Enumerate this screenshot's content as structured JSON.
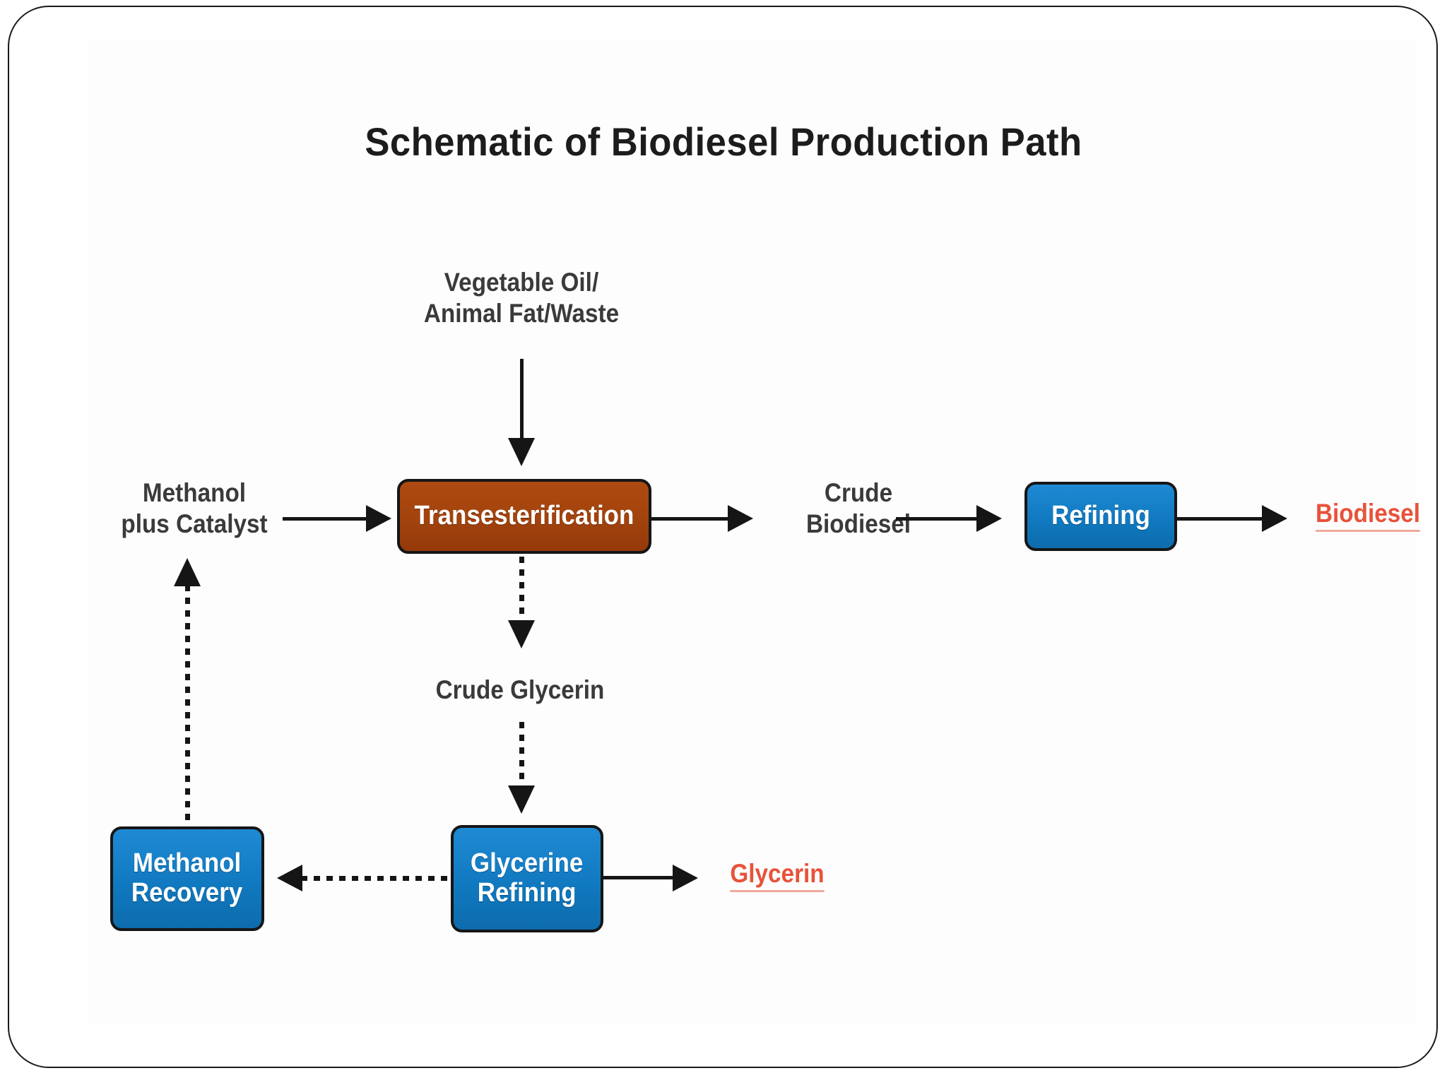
{
  "slide": {
    "title": "Schematic of Biodiesel Production Path",
    "background_color": "#ffffff",
    "frame_color": "#1a1a1a"
  },
  "palette": {
    "process_blue": "#1079c0",
    "process_brown": "#a2430d",
    "output_red": "#e8523a",
    "label_gray": "#3a3a3a",
    "connector_black": "#151515"
  },
  "chart_data": {
    "type": "diagram",
    "title": "Schematic of Biodiesel Production Path",
    "nodes": [
      {
        "id": "feedstock",
        "kind": "input-label",
        "label_lines": [
          "Vegetable Oil/",
          "Animal Fat/Waste"
        ],
        "color": "#3a3a3a"
      },
      {
        "id": "methanol_catalyst",
        "kind": "input-label",
        "label_lines": [
          "Methanol",
          "plus Catalyst"
        ],
        "color": "#3a3a3a"
      },
      {
        "id": "transesterification",
        "kind": "process-box",
        "label_lines": [
          "Transesterification"
        ],
        "color": "#a2430d"
      },
      {
        "id": "crude_biodiesel",
        "kind": "stream-label",
        "label_lines": [
          "Crude",
          "Biodiesel"
        ],
        "color": "#3a3a3a"
      },
      {
        "id": "refining",
        "kind": "process-box",
        "label_lines": [
          "Refining"
        ],
        "color": "#1079c0"
      },
      {
        "id": "biodiesel",
        "kind": "output-label",
        "label_lines": [
          "Biodiesel"
        ],
        "color": "#e8523a"
      },
      {
        "id": "crude_glycerin",
        "kind": "stream-label",
        "label_lines": [
          "Crude Glycerin"
        ],
        "color": "#3a3a3a"
      },
      {
        "id": "glycerine_refining",
        "kind": "process-box",
        "label_lines": [
          "Glycerine",
          "Refining"
        ],
        "color": "#1079c0"
      },
      {
        "id": "glycerin",
        "kind": "output-label",
        "label_lines": [
          "Glycerin"
        ],
        "color": "#e8523a"
      },
      {
        "id": "methanol_recovery",
        "kind": "process-box",
        "label_lines": [
          "Methanol",
          "Recovery"
        ],
        "color": "#1079c0"
      }
    ],
    "edges": [
      {
        "from": "feedstock",
        "to": "transesterification",
        "style": "solid",
        "direction": "down"
      },
      {
        "from": "methanol_catalyst",
        "to": "transesterification",
        "style": "solid",
        "direction": "right"
      },
      {
        "from": "transesterification",
        "to": "crude_biodiesel",
        "style": "solid",
        "direction": "right"
      },
      {
        "from": "crude_biodiesel",
        "to": "refining",
        "style": "solid",
        "direction": "right"
      },
      {
        "from": "refining",
        "to": "biodiesel",
        "style": "solid",
        "direction": "right"
      },
      {
        "from": "transesterification",
        "to": "crude_glycerin",
        "style": "dotted",
        "direction": "down"
      },
      {
        "from": "crude_glycerin",
        "to": "glycerine_refining",
        "style": "dotted",
        "direction": "down"
      },
      {
        "from": "glycerine_refining",
        "to": "glycerin",
        "style": "solid",
        "direction": "right"
      },
      {
        "from": "glycerine_refining",
        "to": "methanol_recovery",
        "style": "dotted",
        "direction": "left"
      },
      {
        "from": "methanol_recovery",
        "to": "methanol_catalyst",
        "style": "dotted",
        "direction": "up"
      }
    ]
  },
  "labels": {
    "feedstock_line1": "Vegetable Oil/",
    "feedstock_line2": "Animal Fat/Waste",
    "methanol_line1": "Methanol",
    "methanol_line2": "plus Catalyst",
    "transesterification": "Transesterification",
    "crude_biodiesel_line1": "Crude",
    "crude_biodiesel_line2": "Biodiesel",
    "refining": "Refining",
    "biodiesel_output": "Biodiesel",
    "crude_glycerin": "Crude Glycerin",
    "glycerine_refining_line1": "Glycerine",
    "glycerine_refining_line2": "Refining",
    "glycerin_output": "Glycerin",
    "methanol_recovery_line1": "Methanol",
    "methanol_recovery_line2": "Recovery"
  }
}
